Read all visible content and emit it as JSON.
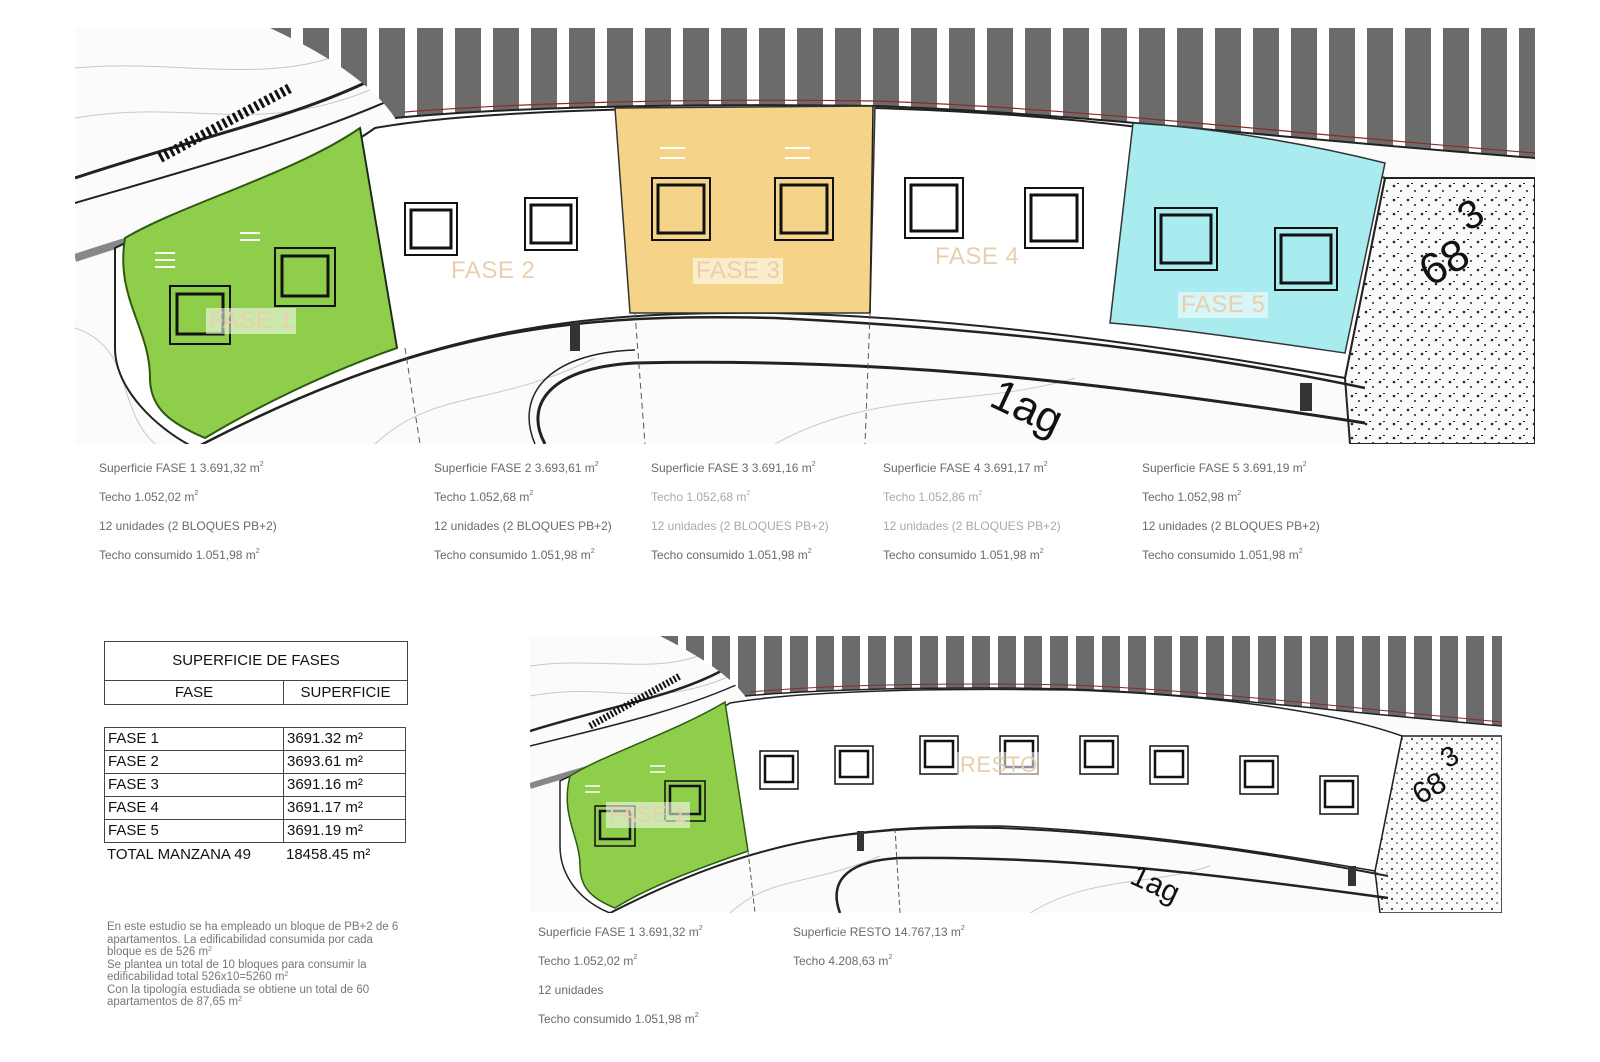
{
  "plan_top": {
    "phases": [
      {
        "label": "FASE 1",
        "color": "#8fce4a"
      },
      {
        "label": "FASE 2",
        "color": "#ffffff"
      },
      {
        "label": "FASE 3",
        "color": "#f5d48a"
      },
      {
        "label": "FASE 4",
        "color": "#ffffff"
      },
      {
        "label": "FASE 5",
        "color": "#a8ecef"
      }
    ],
    "parcel_number_top": "3",
    "parcel_number_bottom": "68",
    "street_label": "1ag"
  },
  "phase_info": [
    {
      "superficie": "Superficie FASE 1  3.691,32 m",
      "techo": "Techo 1.052,02 m",
      "unidades": "12 unidades  (2 BLOQUES PB+2)",
      "consumido": "Techo consumido 1.051,98 m"
    },
    {
      "superficie": "Superficie FASE 2  3.693,61 m",
      "techo": "Techo 1.052,68 m",
      "unidades": "12 unidades  (2 BLOQUES PB+2)",
      "consumido": "Techo consumido 1.051,98 m"
    },
    {
      "superficie": "Superficie FASE 3  3.691,16 m",
      "techo": "Techo 1.052,68 m",
      "unidades": "12 unidades  (2 BLOQUES PB+2)",
      "consumido": "Techo consumido 1.051,98 m"
    },
    {
      "superficie": "Superficie FASE 4  3.691,17 m",
      "techo": "Techo 1.052,86 m",
      "unidades": "12 unidades  (2 BLOQUES PB+2)",
      "consumido": "Techo consumido 1.051,98 m"
    },
    {
      "superficie": "Superficie FASE 5  3.691,19 m",
      "techo": "Techo 1.052,98 m",
      "unidades": "12 unidades  (2 BLOQUES PB+2)",
      "consumido": "Techo consumido 1.051,98 m"
    }
  ],
  "table": {
    "title": "SUPERFICIE DE FASES",
    "headers": [
      "FASE",
      "SUPERFICIE"
    ],
    "rows": [
      [
        "FASE 1",
        "3691.32 m²"
      ],
      [
        "FASE 2",
        "3693.61 m²"
      ],
      [
        "FASE 3",
        "3691.16 m²"
      ],
      [
        "FASE 4",
        "3691.17 m²"
      ],
      [
        "FASE 5",
        "3691.19 m²"
      ]
    ],
    "total_label": "TOTAL MANZANA 49",
    "total_value": "18458.45 m²"
  },
  "notes": {
    "line1": "En este estudio se ha empleado un bloque de PB+2 de 6 apartamentos. La edificabilidad consumida por cada bloque es de 526 m",
    "line2": "Se plantea un total de 10 bloques para consumir  la edificabilidad total 526x10=5260 m",
    "line3": "Con la tipología estudiada se obtiene un total de 60 apartamentos de 87,65 m"
  },
  "plan_bottom": {
    "phases": [
      {
        "label": "FASE 1",
        "color": "#8fce4a"
      },
      {
        "label": "RESTO",
        "color": "#ffffff"
      }
    ],
    "parcel_number_top": "3",
    "parcel_number_bottom": "68",
    "street_label": "1ag"
  },
  "bottom_info": {
    "fase1": {
      "superficie": "Superficie FASE 1  3.691,32 m",
      "techo": "Techo 1.052,02 m",
      "unidades": "12 unidades",
      "consumido": "Techo consumido 1.051,98 m"
    },
    "resto": {
      "superficie": "Superficie RESTO  14.767,13 m",
      "techo": "Techo 4.208,63 m"
    }
  },
  "unit_superscript": "2"
}
